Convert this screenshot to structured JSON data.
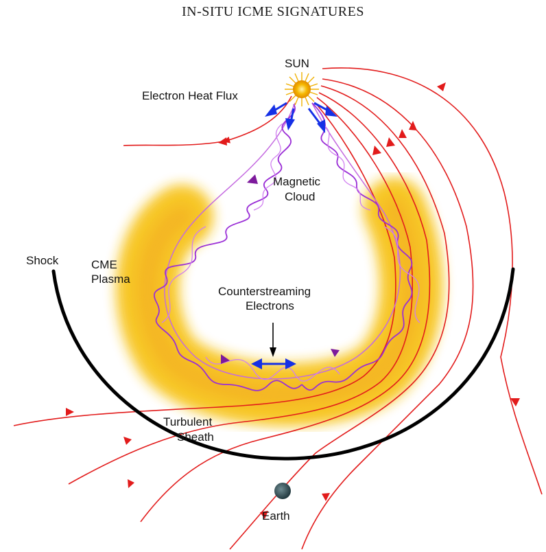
{
  "title": "IN-SITU ICME SIGNATURES",
  "labels": {
    "sun": "SUN",
    "heat_flux": "Electron Heat Flux",
    "magnetic_cloud_1": "Magnetic",
    "magnetic_cloud_2": "Cloud",
    "shock": "Shock",
    "cme_plasma_1": "CME",
    "cme_plasma_2": "Plasma",
    "counter_1": "Counterstreaming",
    "counter_2": "Electrons",
    "sheath_1": "Turbulent",
    "sheath_2": "Sheath",
    "earth": "Earth"
  },
  "colors": {
    "field_line": "#e21b1b",
    "flux_rope": "#a025c8",
    "electron_arrow": "#1530e6",
    "shock": "#000000",
    "plasma": "#f7c41a",
    "sun": "#f5b400",
    "earth": "#35525a"
  }
}
